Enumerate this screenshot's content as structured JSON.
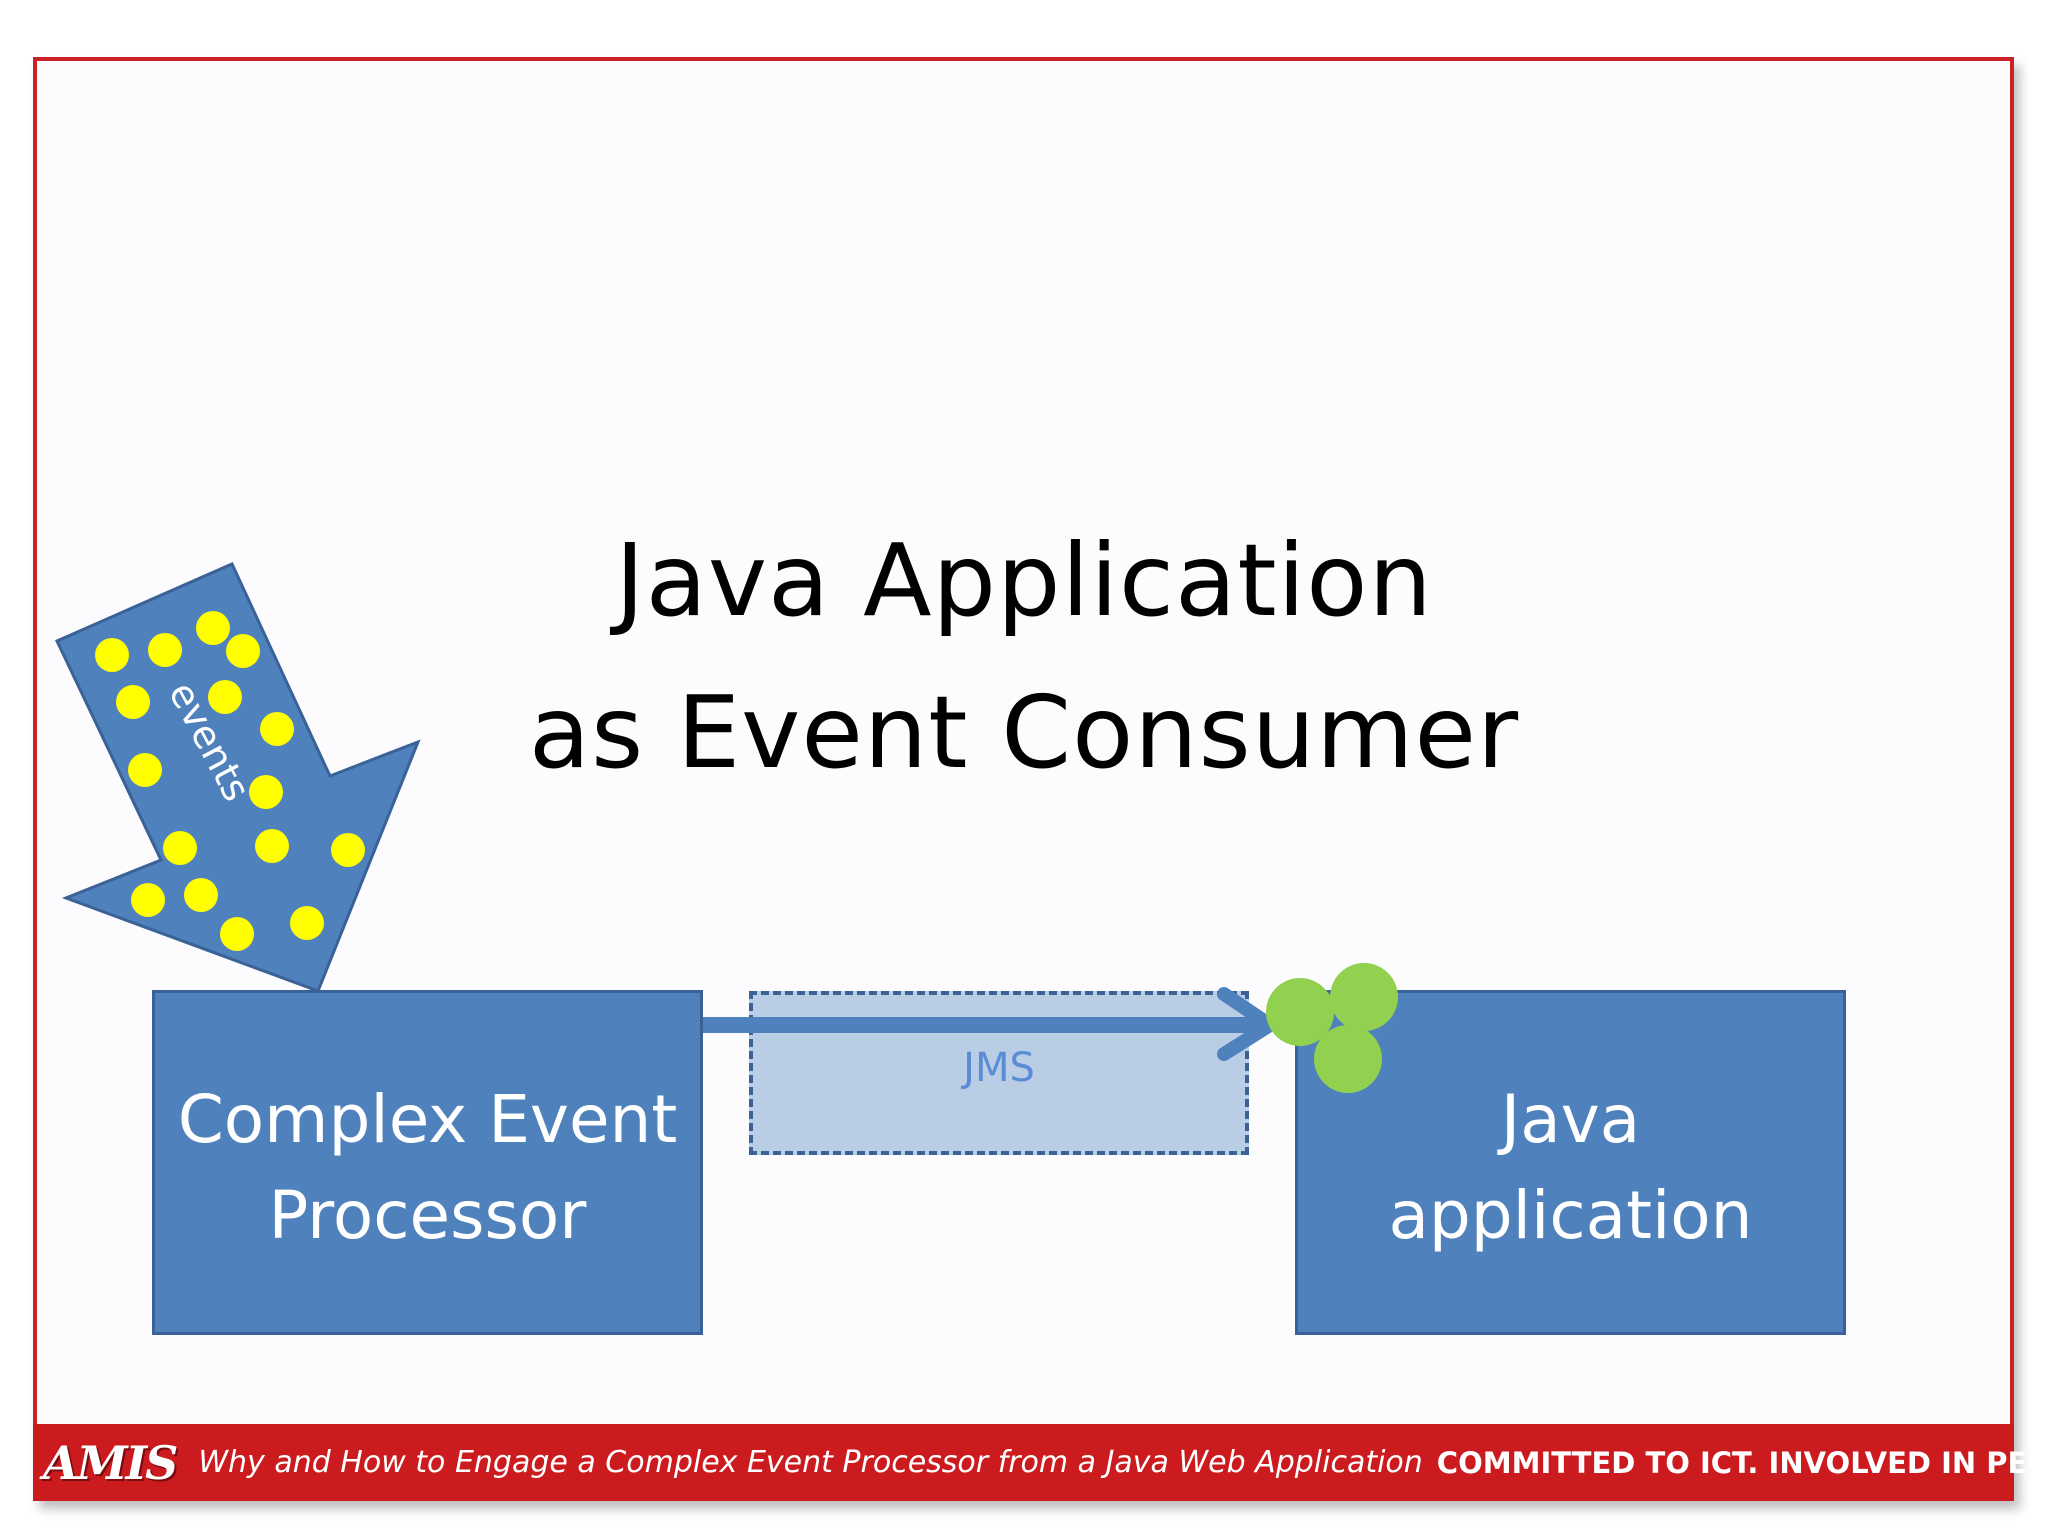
{
  "slide": {
    "title_line1": "Java Application",
    "title_line2": "as Event Consumer"
  },
  "diagram": {
    "events_label": "events",
    "cep_line1": "Complex Event",
    "cep_line2": "Processor",
    "channel_label": "JMS",
    "app_line1": "Java",
    "app_line2": "application"
  },
  "footer": {
    "logo_text": "AMIS",
    "subtitle": "Why and How to Engage a Complex Event Processor from a Java Web Application",
    "tagline": "COMMITTED TO ICT.  INVOLVED IN PEOPLE."
  },
  "colors": {
    "frame_red": "#cc2027",
    "box_blue": "#4f81bd",
    "channel_light_blue": "#b9cde5",
    "event_dot_yellow": "#ffff00",
    "delivered_event_green": "#92d050"
  }
}
